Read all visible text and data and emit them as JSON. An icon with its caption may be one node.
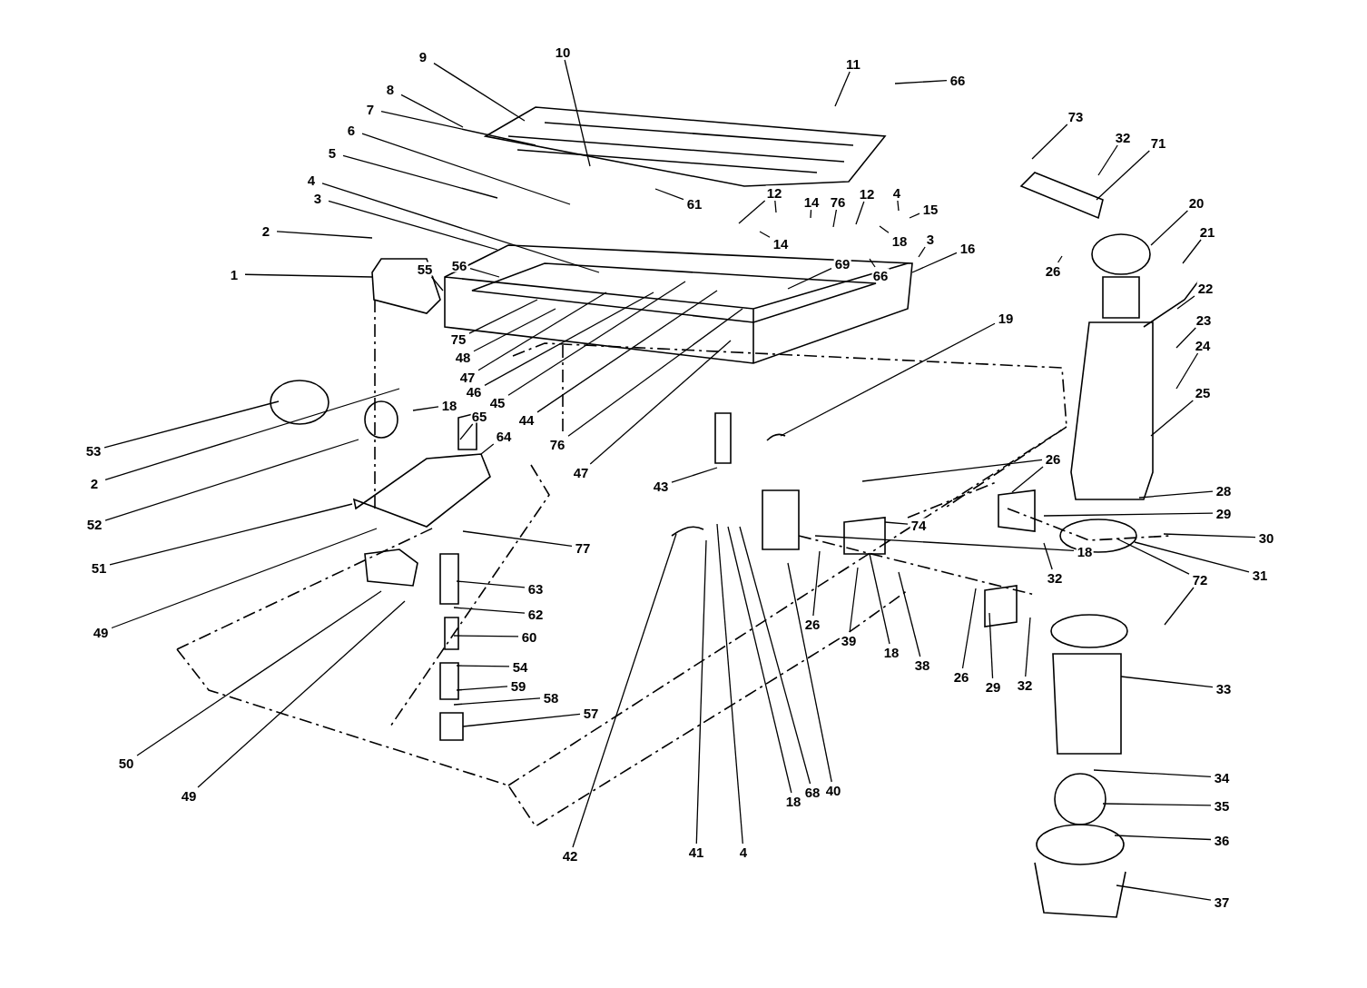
{
  "diagram": {
    "nodes": [
      {
        "text": [
          "9"
        ]
      },
      {
        "text": [
          "10"
        ]
      },
      {
        "text": [
          "11"
        ]
      },
      {
        "text": [
          "66"
        ]
      },
      {
        "text": [
          "8"
        ]
      },
      {
        "text": [
          "7"
        ]
      },
      {
        "text": [
          "73"
        ]
      },
      {
        "text": [
          "6"
        ]
      },
      {
        "text": [
          "32"
        ]
      },
      {
        "text": [
          "71"
        ]
      },
      {
        "text": [
          "5"
        ]
      },
      {
        "text": [
          "4"
        ]
      },
      {
        "text": [
          "12"
        ]
      },
      {
        "text": [
          "14"
        ]
      },
      {
        "text": [
          "76"
        ]
      },
      {
        "text": [
          "12"
        ]
      },
      {
        "text": [
          "4"
        ]
      },
      {
        "text": [
          "3"
        ]
      },
      {
        "text": [
          "20"
        ]
      },
      {
        "text": [
          "61"
        ]
      },
      {
        "text": [
          "15"
        ]
      },
      {
        "text": [
          "14"
        ]
      },
      {
        "text": [
          "2"
        ]
      },
      {
        "text": [
          "21"
        ]
      },
      {
        "text": [
          "3"
        ]
      },
      {
        "text": [
          "16"
        ]
      },
      {
        "text": [
          "18"
        ]
      },
      {
        "text": [
          "69"
        ]
      },
      {
        "text": [
          "66"
        ]
      },
      {
        "text": [
          "55"
        ]
      },
      {
        "text": [
          "56"
        ]
      },
      {
        "text": [
          "26"
        ]
      },
      {
        "text": [
          "1"
        ]
      },
      {
        "text": [
          "22"
        ]
      },
      {
        "text": [
          "19"
        ]
      },
      {
        "text": [
          "23"
        ]
      },
      {
        "text": [
          "75"
        ]
      },
      {
        "text": [
          "24"
        ]
      },
      {
        "text": [
          "48"
        ]
      },
      {
        "text": [
          "47"
        ]
      },
      {
        "text": [
          "25"
        ]
      },
      {
        "text": [
          "46"
        ]
      },
      {
        "text": [
          "18"
        ]
      },
      {
        "text": [
          "65"
        ]
      },
      {
        "text": [
          "45"
        ]
      },
      {
        "text": [
          "44"
        ]
      },
      {
        "text": [
          "64"
        ]
      },
      {
        "text": [
          "76"
        ]
      },
      {
        "text": [
          "53"
        ]
      },
      {
        "text": [
          "26"
        ]
      },
      {
        "text": [
          "47"
        ]
      },
      {
        "text": [
          "2"
        ]
      },
      {
        "text": [
          "43"
        ]
      },
      {
        "text": [
          "28"
        ]
      },
      {
        "text": [
          "29"
        ]
      },
      {
        "text": [
          "52"
        ]
      },
      {
        "text": [
          "74"
        ]
      },
      {
        "text": [
          "30"
        ]
      },
      {
        "text": [
          "77"
        ]
      },
      {
        "text": [
          "18"
        ]
      },
      {
        "text": [
          "51"
        ]
      },
      {
        "text": [
          "31"
        ]
      },
      {
        "text": [
          "32"
        ]
      },
      {
        "text": [
          "72"
        ]
      },
      {
        "text": [
          "63"
        ]
      },
      {
        "text": [
          "62"
        ]
      },
      {
        "text": [
          "26"
        ]
      },
      {
        "text": [
          "49"
        ]
      },
      {
        "text": [
          "60"
        ]
      },
      {
        "text": [
          "39"
        ]
      },
      {
        "text": [
          "18"
        ]
      },
      {
        "text": [
          "38"
        ]
      },
      {
        "text": [
          "54"
        ]
      },
      {
        "text": [
          "26"
        ]
      },
      {
        "text": [
          "32"
        ]
      },
      {
        "text": [
          "29"
        ]
      },
      {
        "text": [
          "59"
        ]
      },
      {
        "text": [
          "33"
        ]
      },
      {
        "text": [
          "58"
        ]
      },
      {
        "text": [
          "57"
        ]
      },
      {
        "text": [
          "50"
        ]
      },
      {
        "text": [
          "34"
        ]
      },
      {
        "text": [
          "40"
        ]
      },
      {
        "text": [
          "68"
        ]
      },
      {
        "text": [
          "49"
        ]
      },
      {
        "text": [
          "18"
        ]
      },
      {
        "text": [
          "35"
        ]
      },
      {
        "text": [
          "36"
        ]
      },
      {
        "text": [
          "41"
        ]
      },
      {
        "text": [
          "4"
        ]
      },
      {
        "text": [
          "42"
        ]
      },
      {
        "text": [
          "37"
        ]
      }
    ],
    "edges": [
      {
        "from": 0,
        "to": null,
        "arrow": "none"
      },
      {
        "from": 1,
        "to": null,
        "arrow": "none"
      },
      {
        "from": 2,
        "to": null,
        "arrow": "none"
      },
      {
        "from": 3,
        "to": null,
        "arrow": "none"
      },
      {
        "from": 4,
        "to": null,
        "arrow": "none"
      },
      {
        "from": 5,
        "to": null,
        "arrow": "none"
      },
      {
        "from": 6,
        "to": null,
        "arrow": "none"
      },
      {
        "from": 7,
        "to": null,
        "arrow": "none"
      },
      {
        "from": 8,
        "to": null,
        "arrow": "none"
      },
      {
        "from": 9,
        "to": null,
        "arrow": "none"
      },
      {
        "from": 10,
        "to": null,
        "arrow": "none"
      },
      {
        "from": 11,
        "to": null,
        "arrow": "none"
      },
      {
        "from": 12,
        "to": null,
        "arrow": "none"
      },
      {
        "from": 12,
        "to": null,
        "arrow": "none"
      },
      {
        "from": 13,
        "to": null,
        "arrow": "none"
      },
      {
        "from": 14,
        "to": null,
        "arrow": "none"
      },
      {
        "from": 15,
        "to": null,
        "arrow": "none"
      },
      {
        "from": 16,
        "to": null,
        "arrow": "none"
      },
      {
        "from": 17,
        "to": null,
        "arrow": "none"
      },
      {
        "from": 18,
        "to": null,
        "arrow": "none"
      },
      {
        "from": 19,
        "to": null,
        "arrow": "none"
      },
      {
        "from": 20,
        "to": null,
        "arrow": "none"
      },
      {
        "from": 21,
        "to": null,
        "arrow": "none"
      },
      {
        "from": 22,
        "to": null,
        "arrow": "none"
      },
      {
        "from": 23,
        "to": null,
        "arrow": "none"
      },
      {
        "from": 24,
        "to": null,
        "arrow": "none"
      },
      {
        "from": 25,
        "to": null,
        "arrow": "none"
      },
      {
        "from": 26,
        "to": null,
        "arrow": "none"
      },
      {
        "from": 27,
        "to": null,
        "arrow": "none"
      },
      {
        "from": 28,
        "to": null,
        "arrow": "none"
      },
      {
        "from": 29,
        "to": null,
        "arrow": "none"
      },
      {
        "from": 30,
        "to": null,
        "arrow": "none"
      },
      {
        "from": 31,
        "to": null,
        "arrow": "none"
      },
      {
        "from": 32,
        "to": null,
        "arrow": "none"
      },
      {
        "from": 33,
        "to": null,
        "arrow": "none"
      },
      {
        "from": 34,
        "to": null,
        "arrow": "none"
      },
      {
        "from": 35,
        "to": null,
        "arrow": "none"
      },
      {
        "from": 36,
        "to": null,
        "arrow": "none"
      },
      {
        "from": 37,
        "to": null,
        "arrow": "none"
      },
      {
        "from": 38,
        "to": null,
        "arrow": "none"
      },
      {
        "from": 39,
        "to": null,
        "arrow": "none"
      },
      {
        "from": 40,
        "to": null,
        "arrow": "none"
      },
      {
        "from": 41,
        "to": null,
        "arrow": "none"
      },
      {
        "from": 42,
        "to": null,
        "arrow": "none"
      },
      {
        "from": 43,
        "to": null,
        "arrow": "none"
      },
      {
        "from": 44,
        "to": null,
        "arrow": "none"
      },
      {
        "from": 45,
        "to": null,
        "arrow": "none"
      },
      {
        "from": 46,
        "to": null,
        "arrow": "none"
      },
      {
        "from": 47,
        "to": null,
        "arrow": "none"
      },
      {
        "from": 48,
        "to": null,
        "arrow": "none"
      },
      {
        "from": 49,
        "to": null,
        "arrow": "none"
      },
      {
        "from": 49,
        "to": null,
        "arrow": "none"
      },
      {
        "from": 50,
        "to": null,
        "arrow": "none"
      },
      {
        "from": 51,
        "to": null,
        "arrow": "none"
      },
      {
        "from": 52,
        "to": null,
        "arrow": "none"
      },
      {
        "from": 53,
        "to": null,
        "arrow": "none"
      },
      {
        "from": 54,
        "to": null,
        "arrow": "none"
      },
      {
        "from": 55,
        "to": null,
        "arrow": "none"
      },
      {
        "from": 56,
        "to": null,
        "arrow": "none"
      },
      {
        "from": 57,
        "to": null,
        "arrow": "none"
      },
      {
        "from": 58,
        "to": null,
        "arrow": "none"
      },
      {
        "from": 59,
        "to": null,
        "arrow": "none"
      },
      {
        "from": 60,
        "to": null,
        "arrow": "none"
      },
      {
        "from": 61,
        "to": null,
        "arrow": "none"
      },
      {
        "from": 62,
        "to": null,
        "arrow": "none"
      },
      {
        "from": 63,
        "to": null,
        "arrow": "none"
      },
      {
        "from": 63,
        "to": null,
        "arrow": "none"
      },
      {
        "from": 64,
        "to": null,
        "arrow": "none"
      },
      {
        "from": 65,
        "to": null,
        "arrow": "none"
      },
      {
        "from": 66,
        "to": null,
        "arrow": "none"
      },
      {
        "from": 67,
        "to": null,
        "arrow": "none"
      },
      {
        "from": 68,
        "to": null,
        "arrow": "none"
      },
      {
        "from": 69,
        "to": null,
        "arrow": "none"
      },
      {
        "from": 70,
        "to": null,
        "arrow": "none"
      },
      {
        "from": 71,
        "to": null,
        "arrow": "none"
      },
      {
        "from": 72,
        "to": null,
        "arrow": "none"
      },
      {
        "from": 73,
        "to": null,
        "arrow": "none"
      },
      {
        "from": 74,
        "to": null,
        "arrow": "none"
      },
      {
        "from": 75,
        "to": null,
        "arrow": "none"
      },
      {
        "from": 76,
        "to": null,
        "arrow": "none"
      },
      {
        "from": 77,
        "to": null,
        "arrow": "none"
      },
      {
        "from": 78,
        "to": null,
        "arrow": "none"
      },
      {
        "from": 79,
        "to": null,
        "arrow": "none"
      },
      {
        "from": 80,
        "to": null,
        "arrow": "none"
      },
      {
        "from": 81,
        "to": null,
        "arrow": "none"
      },
      {
        "from": 82,
        "to": null,
        "arrow": "none"
      },
      {
        "from": 83,
        "to": null,
        "arrow": "none"
      },
      {
        "from": 84,
        "to": null,
        "arrow": "none"
      },
      {
        "from": 85,
        "to": null,
        "arrow": "none"
      },
      {
        "from": 86,
        "to": null,
        "arrow": "none"
      },
      {
        "from": 87,
        "to": null,
        "arrow": "none"
      },
      {
        "from": 88,
        "to": null,
        "arrow": "none"
      },
      {
        "from": 89,
        "to": null,
        "arrow": "none"
      },
      {
        "from": 90,
        "to": null,
        "arrow": "none"
      },
      {
        "from": 91,
        "to": null,
        "arrow": "none"
      }
    ]
  }
}
